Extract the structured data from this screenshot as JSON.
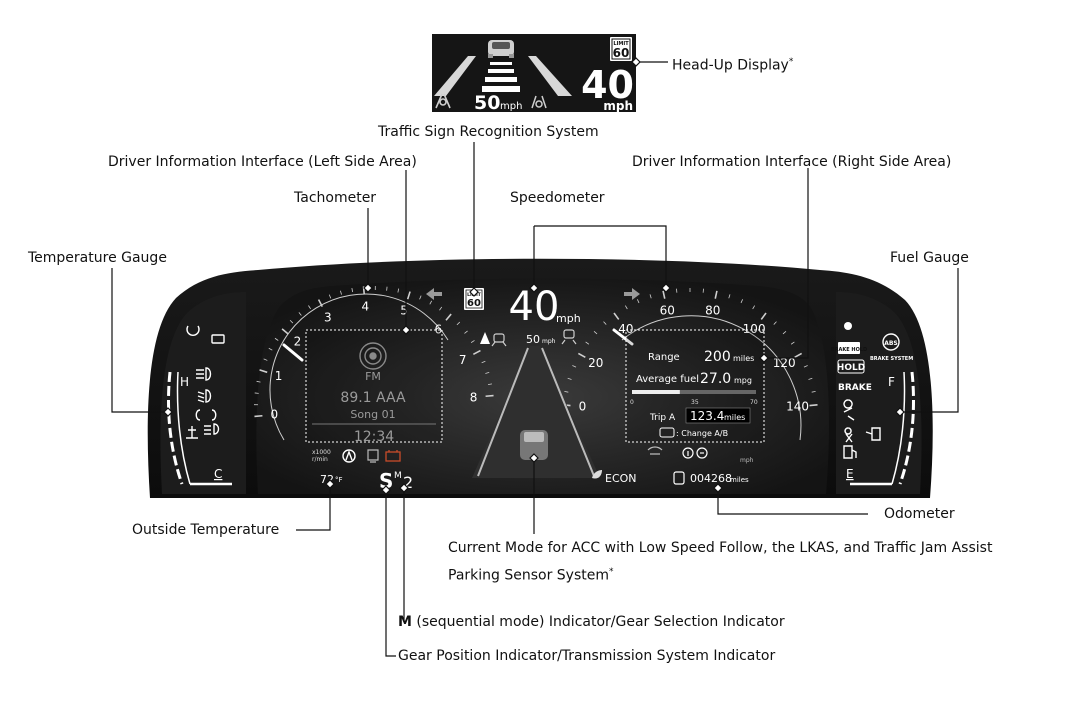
{
  "labels": {
    "hud": "Head-Up Display",
    "hud_mark": "*",
    "traffic_sign": "Traffic Sign Recognition System",
    "dii_left": "Driver Information Interface (Left Side Area)",
    "dii_right": "Driver Information Interface (Right Side Area)",
    "tachometer": "Tachometer",
    "speedometer": "Speedometer",
    "temperature_gauge": "Temperature Gauge",
    "fuel_gauge": "Fuel Gauge",
    "outside_temperature": "Outside Temperature",
    "odometer": "Odometer",
    "acc_mode": "Current Mode for ACC with Low Speed Follow, the LKAS, and Traffic Jam Assist",
    "parking_sensor": "Parking Sensor System",
    "parking_mark": "*",
    "m_bold": "M",
    "m_rest": " (sequential mode) Indicator/Gear Selection Indicator",
    "gear_position": "Gear Position Indicator/Transmission System Indicator"
  },
  "hud": {
    "limit_word": "LIMIT",
    "limit_value": "60",
    "speed": "40",
    "speed_unit": "mph",
    "set_speed": "50",
    "set_unit": "mph"
  },
  "cluster": {
    "center_speed": "40",
    "center_unit": "mph",
    "limit_word": "LIMIT",
    "limit_value": "60",
    "set_speed": "50",
    "set_unit": "mph",
    "tach_ticks": [
      "0",
      "1",
      "2",
      "3",
      "4",
      "5",
      "6",
      "7",
      "8"
    ],
    "tach_unit_top": "x1000",
    "tach_unit_bottom": "r/min",
    "speed_ticks": [
      "0",
      "20",
      "40",
      "60",
      "80",
      "100",
      "120",
      "140"
    ],
    "temp_high": "H",
    "temp_cold": "C",
    "fuel_full": "F",
    "fuel_empty": "E",
    "radio_band": "FM",
    "radio_station": "89.1 AAA",
    "radio_song": "Song 01",
    "clock": "12:34",
    "range_label": "Range",
    "range_value": "200",
    "range_unit": "miles",
    "avg_fuel_label": "Average fuel",
    "avg_fuel_value": "27.0",
    "avg_fuel_unit": "mpg",
    "scale_min": "0",
    "scale_mid": "35",
    "scale_max": "70",
    "trip_label": "Trip A",
    "trip_value": "123.4",
    "trip_unit": "miles",
    "change_label": ": Change A/B",
    "small_unit": "mph",
    "outside_temp": "72",
    "outside_temp_unit": "°F",
    "gear": "S",
    "gear_mode": "M",
    "gear_number": "2",
    "econ": "ECON",
    "odometer_value": "004268",
    "odometer_unit": "miles",
    "hold_label": "HOLD",
    "brake_label": "BRAKE",
    "brake_hold_label": "BRAKE HOLD",
    "brake_system_label": "BRAKE SYSTEM",
    "abs_label": "ABS"
  }
}
